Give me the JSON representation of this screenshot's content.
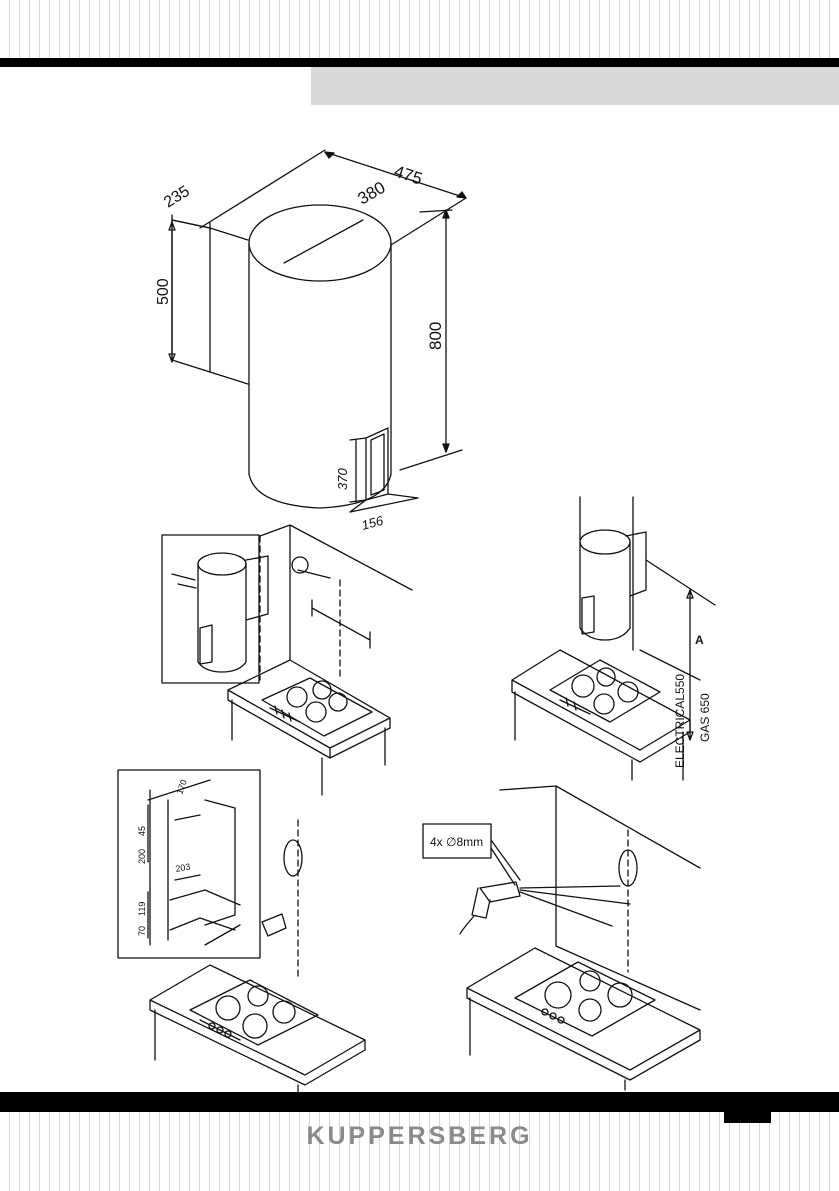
{
  "brand": "KUPPERSBERG",
  "dimensions": {
    "depth": "235",
    "width": "475",
    "diameter": "380",
    "back_height": "500",
    "total_height": "800",
    "handle_height": "370",
    "handle_width": "156"
  },
  "install": {
    "distance_label": "A",
    "electrical_label": "ELECTRICAL550",
    "gas_label": "GAS 650"
  },
  "bracket": {
    "top_offset": "170",
    "d45": "45",
    "d200": "200",
    "d203": "203",
    "d119": "119",
    "d70": "70"
  },
  "drill": {
    "callout": "4x ∅8mm"
  }
}
